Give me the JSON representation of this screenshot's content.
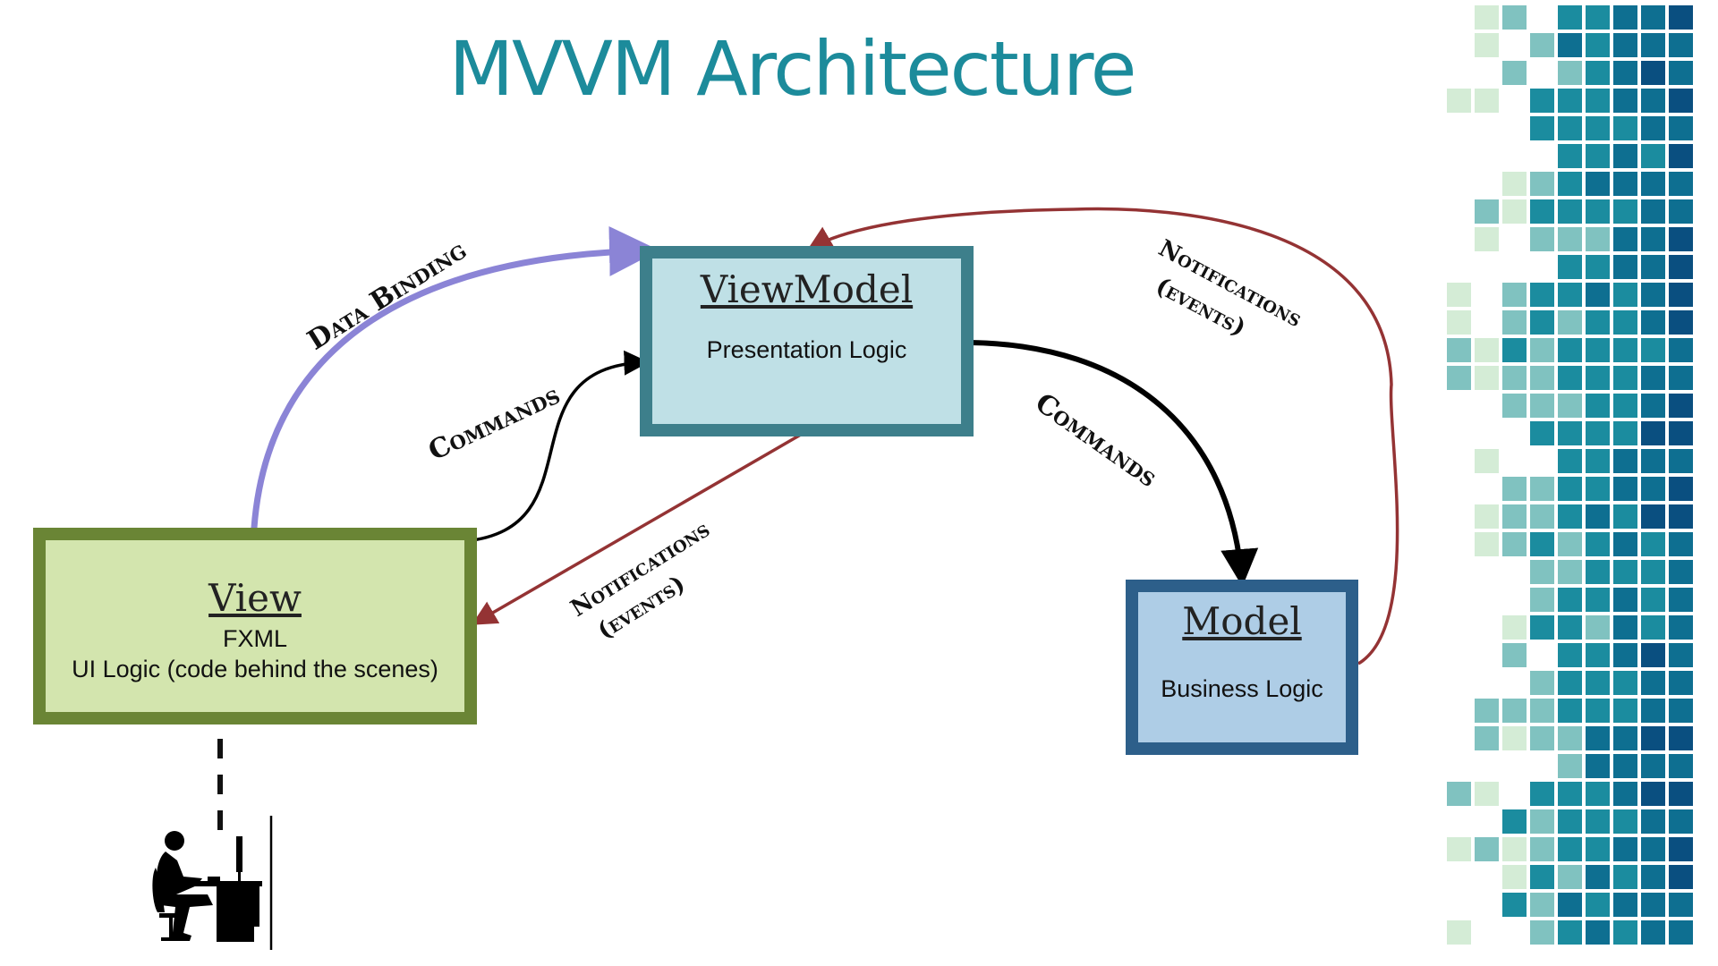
{
  "title": "MVVM Architecture",
  "viewmodel": {
    "title": "ViewModel",
    "body": "Presentation Logic"
  },
  "view": {
    "title": "View",
    "line1": "FXML",
    "line2": "UI Logic (code behind the scenes)"
  },
  "model": {
    "title": "Model",
    "body": "Business Logic"
  },
  "labels": {
    "data_binding": "Data Binding",
    "commands_view": "Commands",
    "commands_model": "Commands",
    "notifications_view_1": "Notifications",
    "notifications_view_2": "(events)",
    "notifications_model_1": "Notifications",
    "notifications_model_2": "(events)"
  },
  "colors": {
    "title": "#1c8b9b",
    "data_binding_arrow": "#8b84d6",
    "notification_arrow": "#943334",
    "command_arrow": "#000000",
    "mosaic": [
      "#d4ecd6",
      "#80c2c0",
      "#1b8c9f",
      "#0e6f91",
      "#0a4f80"
    ]
  },
  "icons": {
    "user": "person-at-computer-icon"
  }
}
